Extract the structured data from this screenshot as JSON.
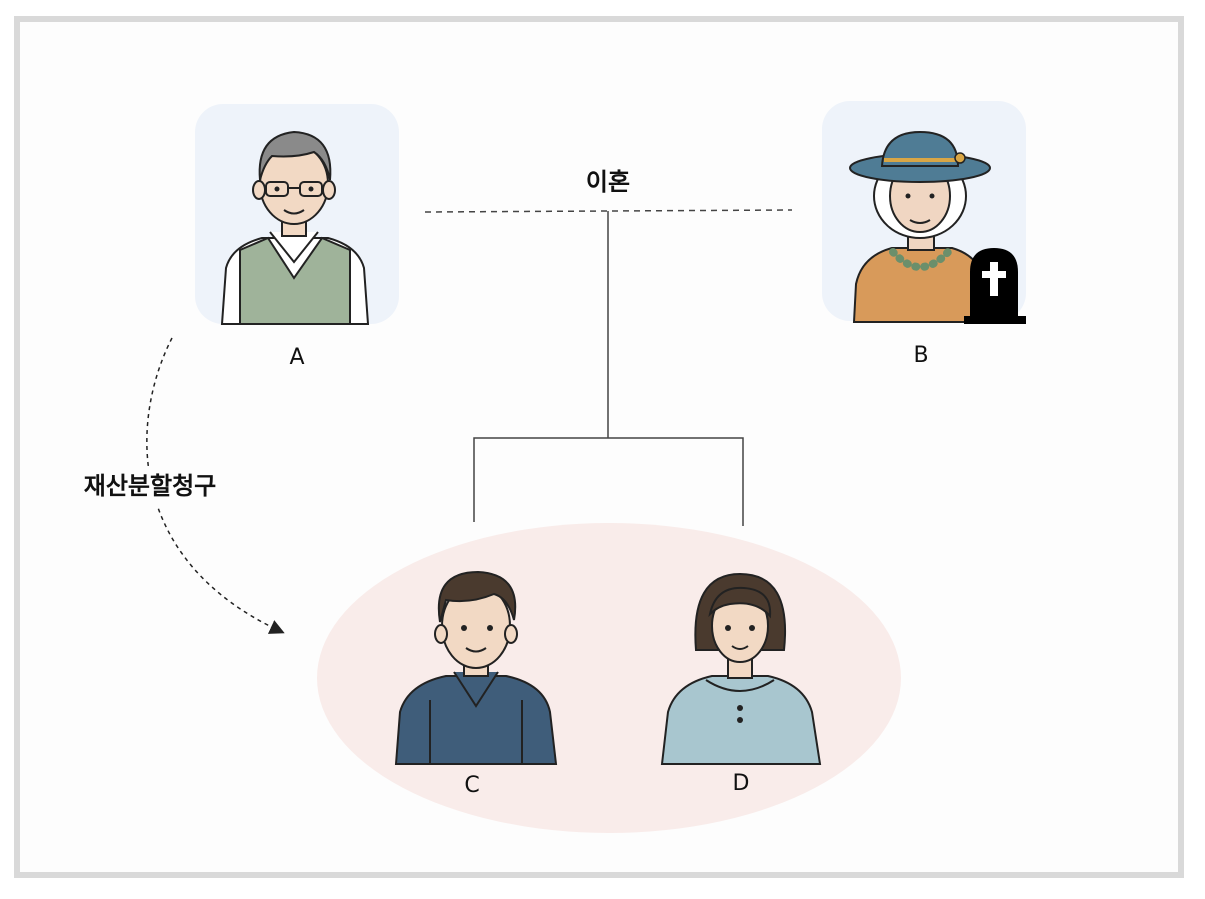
{
  "relationship_label": "이혼",
  "claim_label": "재산분할청구",
  "persons": {
    "A": {
      "label": "A",
      "icon": "elderly-man-icon"
    },
    "B": {
      "label": "B",
      "icon": "elderly-woman-icon",
      "status_icon": "tombstone-cross-icon"
    },
    "C": {
      "label": "C",
      "icon": "young-man-icon"
    },
    "D": {
      "label": "D",
      "icon": "young-woman-icon"
    }
  },
  "colors": {
    "card_background": "#eef3fa",
    "heirs_group": "#f9ecea",
    "line": "#444444",
    "label_text": "#111111"
  }
}
